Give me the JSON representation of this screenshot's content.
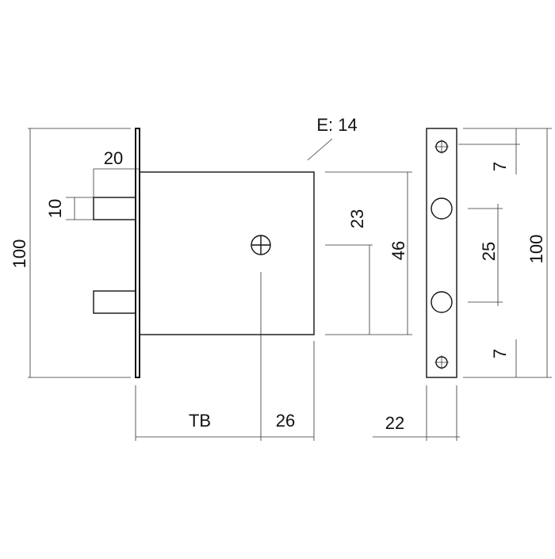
{
  "drawing": {
    "line_color": "#111111",
    "background": "#ffffff",
    "dimensions": {
      "overall_height_left": "100",
      "bolt_projection": "20",
      "bolt_thickness": "10",
      "cylinder_to_top": "23",
      "case_height": "46",
      "backset": "TB",
      "cylinder_to_edge": "26",
      "edge_label": "E: 14",
      "strike_hole_offset_top": "7",
      "strike_hole_spacing": "25",
      "strike_height": "100",
      "strike_hole_offset_bottom": "7",
      "strike_width": "22"
    },
    "icons": {
      "cylinder": "cylinder-crosshair-icon",
      "screw": "screw-hole-icon"
    }
  }
}
